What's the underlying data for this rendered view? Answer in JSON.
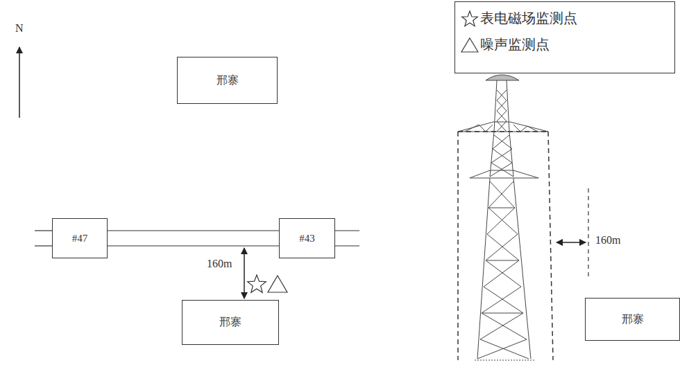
{
  "diagram": {
    "nodes": [
      {
        "text": [
          "邢寨"
        ]
      },
      {
        "text": [
          "#47"
        ]
      },
      {
        "text": [
          "#43"
        ]
      },
      {
        "text": [
          "邢寨"
        ]
      },
      {
        "text": [
          "邢寨"
        ]
      }
    ],
    "edges": [
      {
        "from": 1,
        "to": 2,
        "arrow": "none"
      }
    ],
    "labels": [
      "N",
      "160m",
      "160m"
    ],
    "legend": [
      {
        "text": "表电磁场监测点"
      },
      {
        "text": "噪声监测点"
      }
    ]
  }
}
